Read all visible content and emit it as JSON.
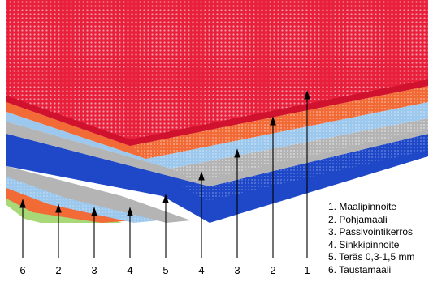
{
  "legend": [
    {
      "number": "1.",
      "label": "Maalipinnoite"
    },
    {
      "number": "2.",
      "label": "Pohjamaali"
    },
    {
      "number": "3.",
      "label": "Passivointikerros"
    },
    {
      "number": "4.",
      "label": "Sinkkipinnoite"
    },
    {
      "number": "5.",
      "label": "Teräs 0,3-1,5 mm"
    },
    {
      "number": "6.",
      "label": "Taustamaali"
    }
  ],
  "callout_numbers": [
    "6",
    "2",
    "3",
    "4",
    "5",
    "4",
    "3",
    "2",
    "1"
  ],
  "layer_colors": {
    "paint_coating": "#e8203c",
    "primer": "#f26a36",
    "passivation": "#9cc8ee",
    "zinc": "#b4b4b4",
    "steel": "#1e48c8",
    "back_paint": "#a8d878"
  }
}
